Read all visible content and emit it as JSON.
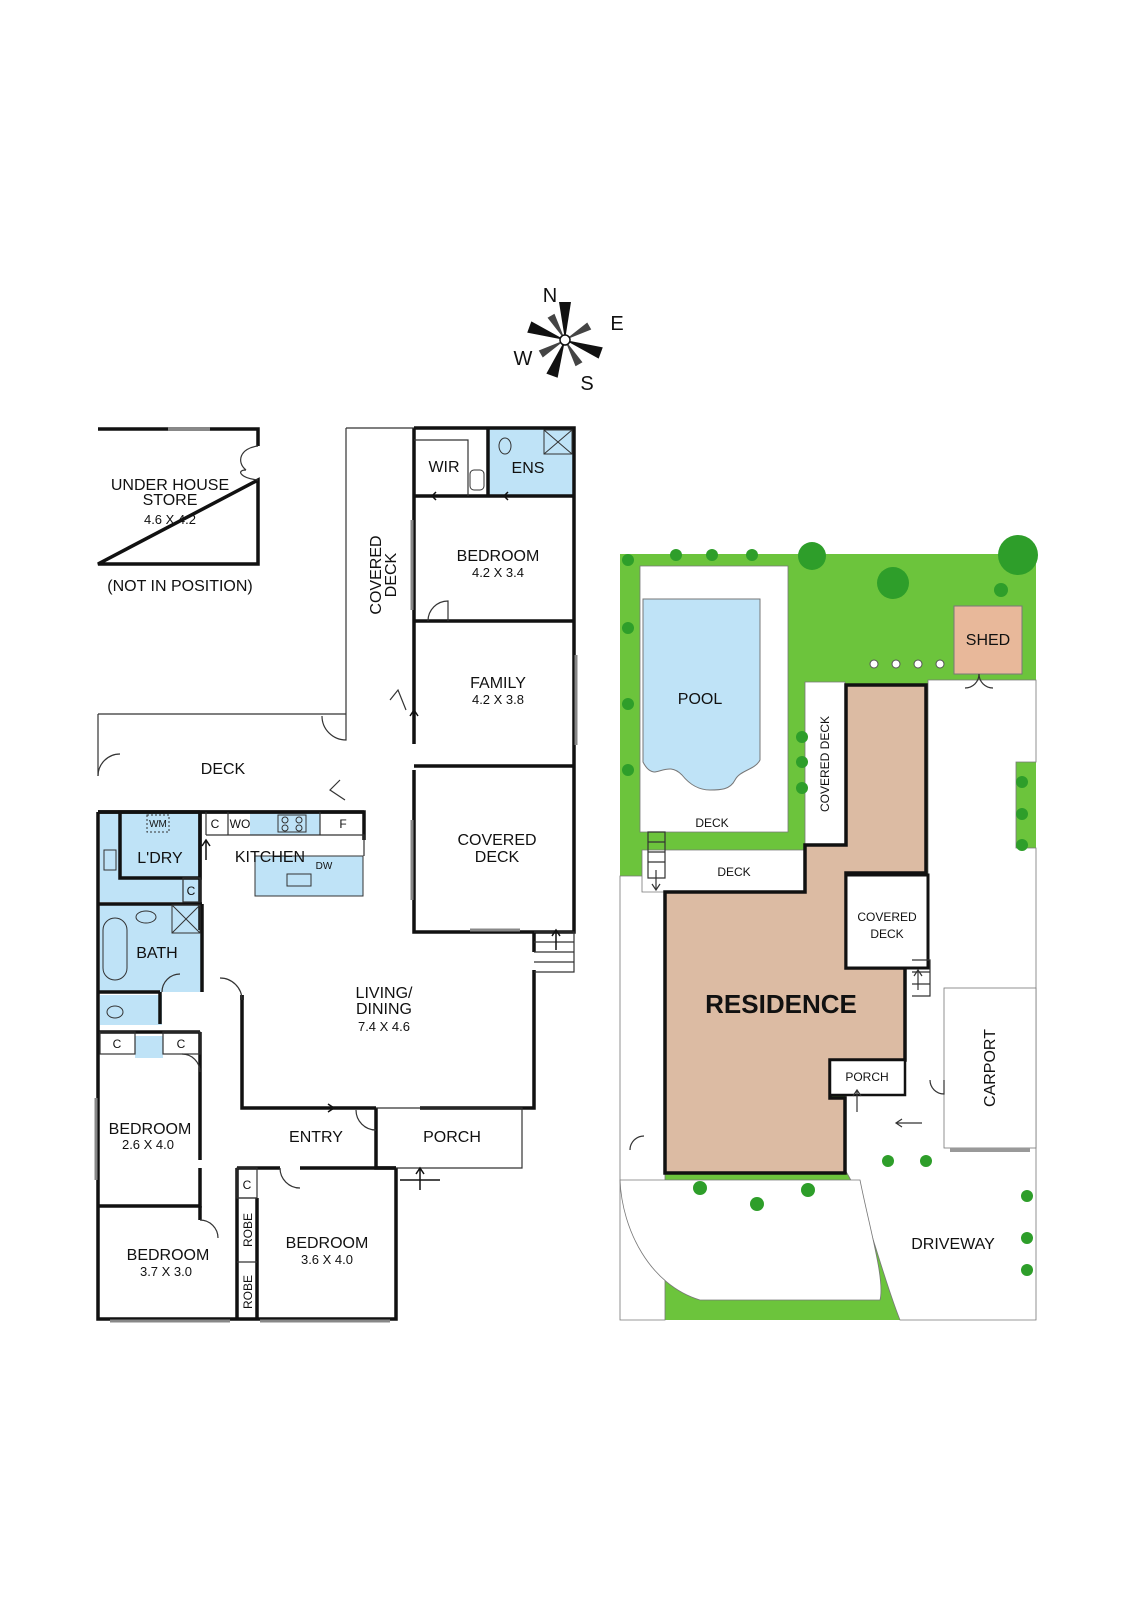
{
  "compass": {
    "n": "N",
    "e": "E",
    "s": "S",
    "w": "W"
  },
  "colors": {
    "wet": "#bfe3f7",
    "grass": "#6cc43c",
    "tree": "#2e9e2a",
    "residence": "#dcbba3",
    "wall": "#111111"
  },
  "store": {
    "name": "UNDER HOUSE",
    "name2": "STORE",
    "dim": "4.6 X 4.2",
    "note": "(NOT IN POSITION)"
  },
  "rooms": {
    "wir": "WIR",
    "ens": "ENS",
    "bed1": {
      "name": "BEDROOM",
      "dim": "4.2 X 3.4"
    },
    "covered_deck_v": {
      "line1": "COVERED",
      "line2": "DECK"
    },
    "family": {
      "name": "FAMILY",
      "dim": "4.2 X 3.8"
    },
    "deck": "DECK",
    "covered_deck": {
      "line1": "COVERED",
      "line2": "DECK"
    },
    "ldry": "L'DRY",
    "wm": "WM",
    "c1": "C",
    "wo": "WO",
    "f": "F",
    "kitchen": "KITCHEN",
    "dw": "DW",
    "c2": "C",
    "bath": "BATH",
    "living": {
      "line1": "LIVING/",
      "line2": "DINING",
      "dim": "7.4 X 4.6"
    },
    "c3": "C",
    "c4": "C",
    "bed2": {
      "name": "BEDROOM",
      "dim": "2.6 X 4.0"
    },
    "entry": "ENTRY",
    "porch": "PORCH",
    "c5": "C",
    "robe1": "ROBE",
    "robe2": "ROBE",
    "bed3": {
      "name": "BEDROOM",
      "dim": "3.7 X 3.0"
    },
    "bed4": {
      "name": "BEDROOM",
      "dim": "3.6 X 4.0"
    }
  },
  "site": {
    "pool": "POOL",
    "shed": "SHED",
    "deck1": "DECK",
    "covered_deck_v": "COVERED DECK",
    "deck2": "DECK",
    "covered_deck": {
      "line1": "COVERED",
      "line2": "DECK"
    },
    "residence": "RESIDENCE",
    "porch": "PORCH",
    "carport": "CARPORT",
    "driveway": "DRIVEWAY"
  }
}
